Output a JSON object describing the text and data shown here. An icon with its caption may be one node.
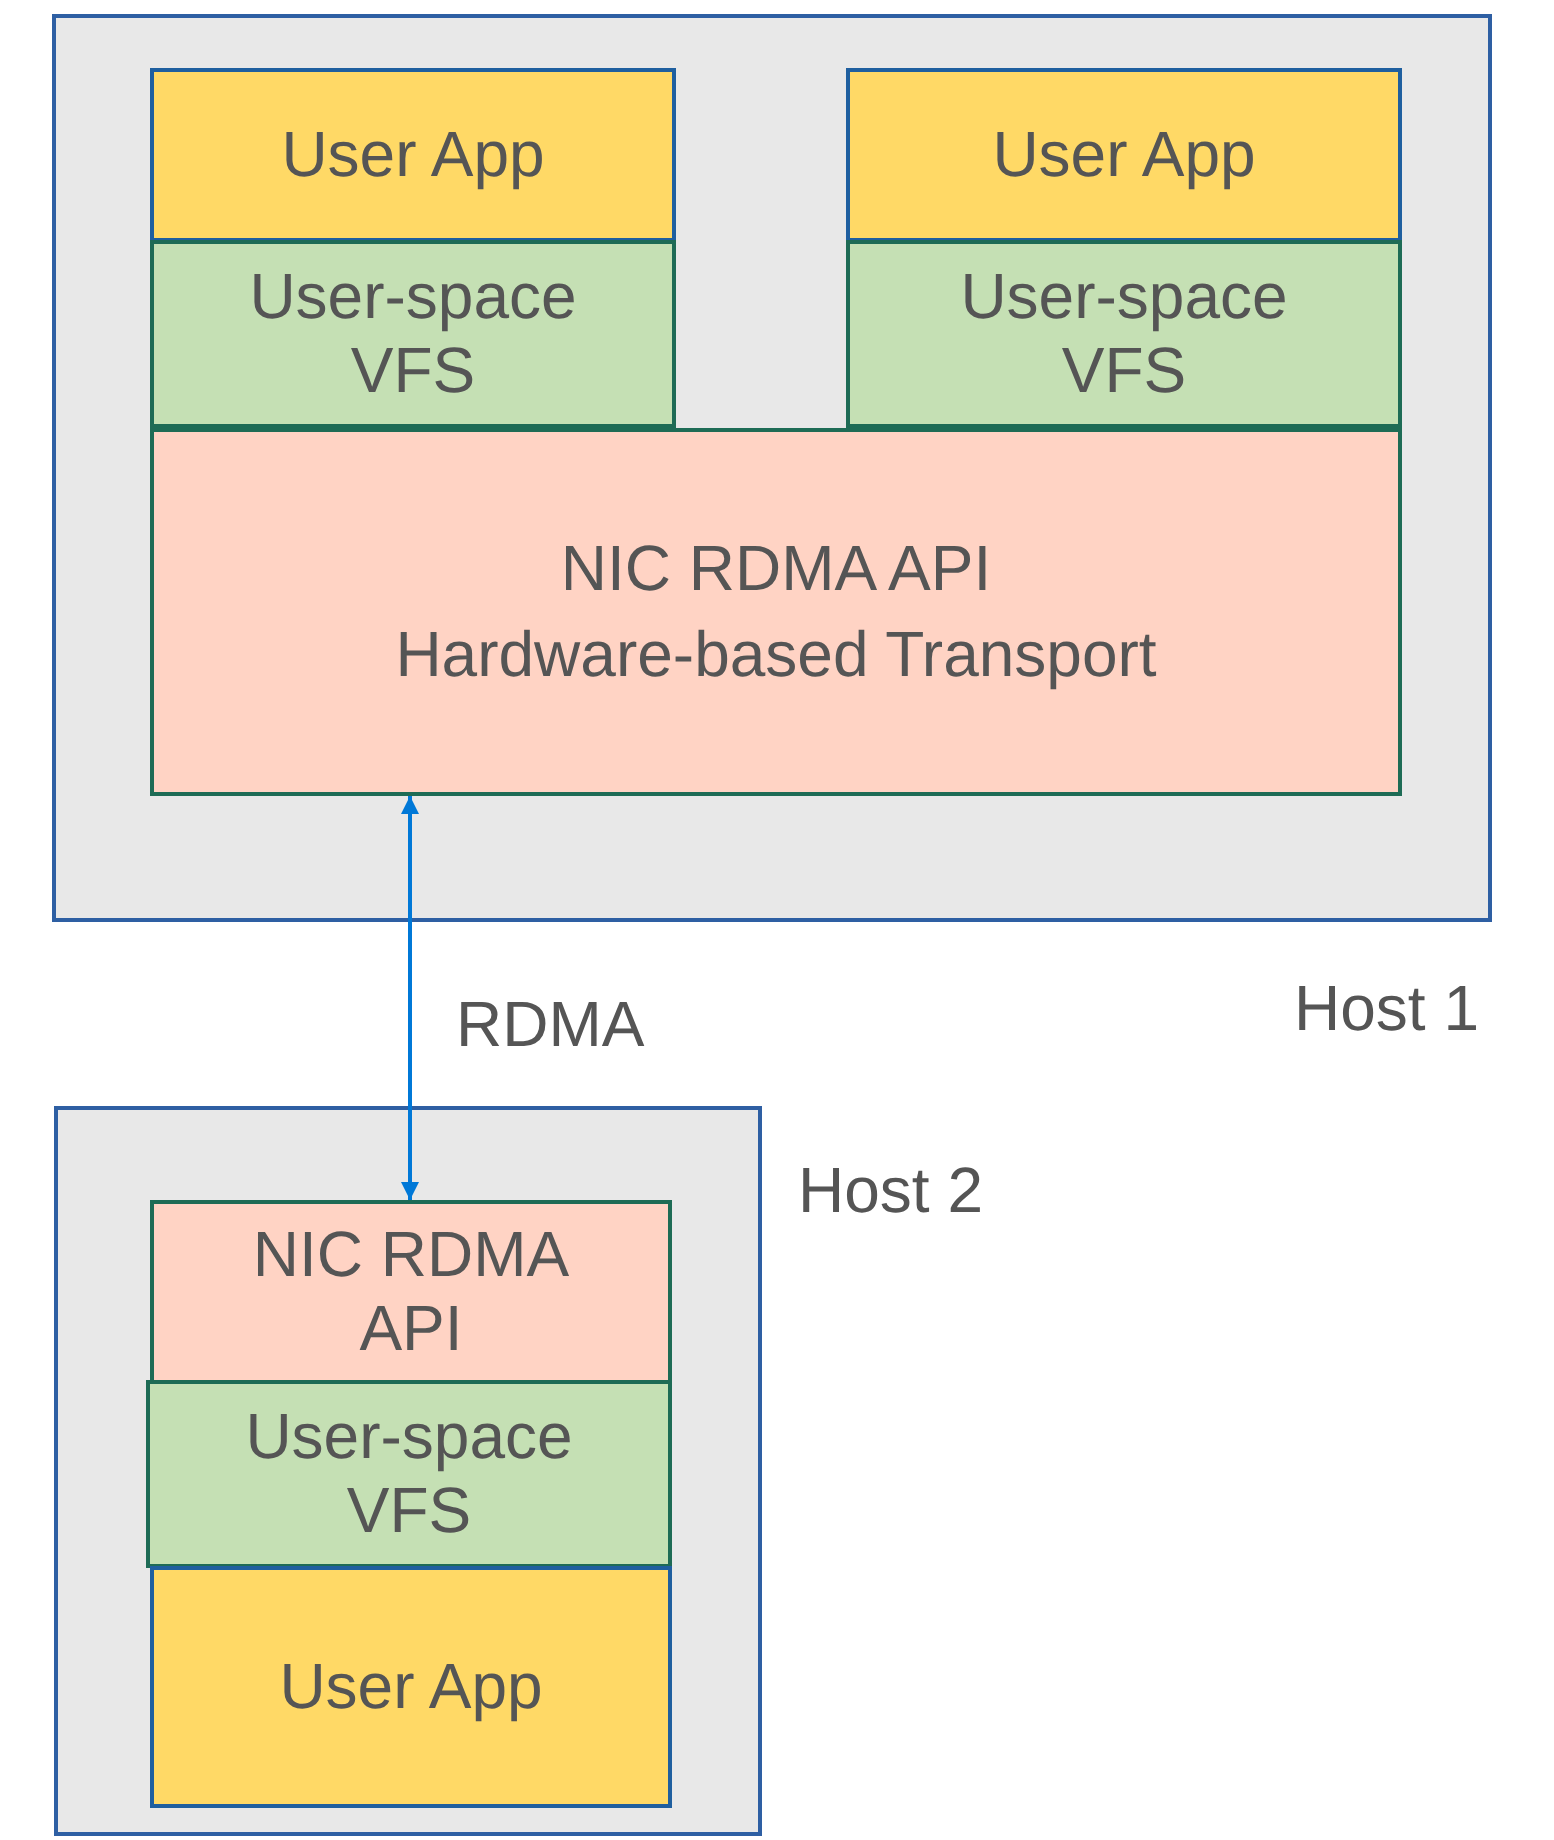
{
  "diagram": {
    "nodes": [
      {
        "text": [
          "Host 1"
        ]
      },
      {
        "text": [
          "User App"
        ],
        "in": 0
      },
      {
        "text": [
          "User-space VFS"
        ],
        "in": 0
      },
      {
        "text": [
          "User App"
        ],
        "in": 0
      },
      {
        "text": [
          "User-space VFS"
        ],
        "in": 0
      },
      {
        "text": [
          "NIC RDMA API",
          "Hardware-based Transport"
        ],
        "in": 0
      },
      {
        "text": [
          "Host 2"
        ]
      },
      {
        "text": [
          "NIC RDMA API"
        ],
        "in": 6
      },
      {
        "text": [
          "User-space VFS"
        ],
        "in": 6
      },
      {
        "text": [
          "User App"
        ],
        "in": 6
      }
    ],
    "edges": [
      {
        "from": 5,
        "to": 7,
        "arrow": "both",
        "label": "RDMA",
        "color": "#0078d7"
      }
    ]
  }
}
